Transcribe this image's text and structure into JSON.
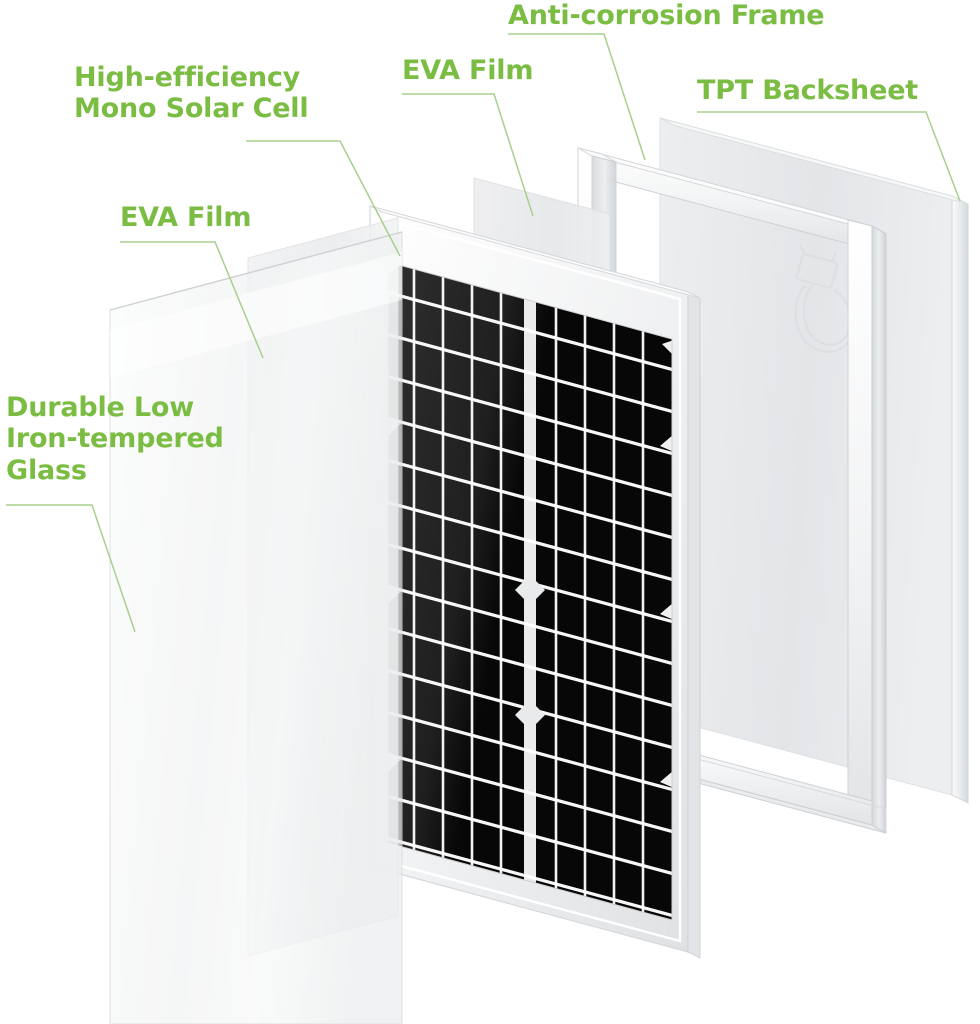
{
  "figure": {
    "kind": "exploded-view-diagram",
    "subject": "Monocrystalline solar panel layer construction",
    "background_color": "#ffffff",
    "label_color": "#7abd42",
    "leader_line_color": "#a8cf8e"
  },
  "labels": {
    "solar_cell": "High-efficiency\nMono Solar Cell",
    "eva_film_top": "EVA Film",
    "anti_corrosion_frame": "Anti-corrosion Frame",
    "tpt_backsheet": "TPT Backsheet",
    "eva_film_left": "EVA Film",
    "tempered_glass": "Durable Low\nIron-tempered\nGlass"
  },
  "layers": [
    {
      "id": "glass",
      "name": "Durable Low Iron-tempered Glass",
      "order": 1,
      "fill": "#f4f5f6",
      "opacity": 0.78,
      "kind": "transparent-sheet"
    },
    {
      "id": "eva-front",
      "name": "EVA Film (front)",
      "order": 2,
      "fill": "#eceef0",
      "opacity": 0.85,
      "kind": "translucent-sheet"
    },
    {
      "id": "cell",
      "name": "High-efficiency Mono Solar Cell",
      "order": 3,
      "fill": "#0b0b0b",
      "kind": "cell-array"
    },
    {
      "id": "eva-back",
      "name": "EVA Film (back)",
      "order": 4,
      "fill": "#e9ebed",
      "opacity": 0.85,
      "kind": "translucent-sheet"
    },
    {
      "id": "frame",
      "name": "Anti-corrosion Frame",
      "order": 5,
      "fill": "#f2f3f4",
      "kind": "extruded-frame"
    },
    {
      "id": "backsheet",
      "name": "TPT Backsheet",
      "order": 6,
      "fill": "#e6e8ea",
      "kind": "opaque-sheet"
    }
  ],
  "cell_array": {
    "columns": 2,
    "rows_per_column": 14,
    "cells_per_row": 5,
    "cell_fill": "#070707",
    "busbar_color": "#ffffff",
    "corner_style": "chamfered-mono",
    "total_cells": 140
  },
  "junction_box": {
    "present": true,
    "location": "upper-right of backsheet",
    "style": "ghosted-outline",
    "stroke": "#dcdfe2"
  },
  "icons": {
    "leader_line": "leader-line-icon",
    "junction_box": "junction-box-icon"
  }
}
